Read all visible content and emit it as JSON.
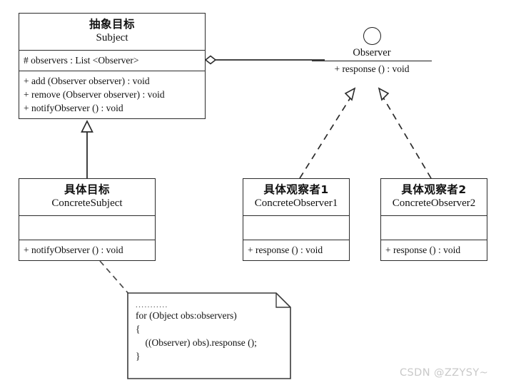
{
  "diagram": {
    "title": "Observer Pattern UML Class Diagram",
    "stroke_color": "#2b2b2b",
    "background_color": "#ffffff",
    "watermark": "CSDN @ZZYSY~"
  },
  "classes": {
    "subject": {
      "name_cn": "抽象目标",
      "name_en": "Subject",
      "attributes": [
        "# observers : List <Observer>"
      ],
      "methods": [
        "+ add (Observer observer) : void",
        "+ remove (Observer observer) : void",
        "+ notifyObserver () : void"
      ]
    },
    "concrete_subject": {
      "name_cn": "具体目标",
      "name_en": "ConcreteSubject",
      "attributes": [],
      "methods": [
        "+ notifyObserver () : void"
      ]
    },
    "concrete_observer_1": {
      "name_cn": "具体观察者1",
      "name_en": "ConcreteObserver1",
      "attributes": [],
      "methods": [
        "+ response () : void"
      ]
    },
    "concrete_observer_2": {
      "name_cn": "具体观察者2",
      "name_en": "ConcreteObserver2",
      "attributes": [],
      "methods": [
        "+ response () : void"
      ]
    }
  },
  "interface": {
    "name": "Observer",
    "method": "+ response () : void"
  },
  "note": {
    "lines": [
      "...........",
      "for (Object obs:observers)",
      "{",
      "    ((Observer) obs).response ();",
      "}"
    ]
  },
  "relations": [
    {
      "name": "subject-aggregates-observer",
      "type": "aggregation",
      "from": "Subject",
      "to": "Observer",
      "marker": "hollow-diamond"
    },
    {
      "name": "concretesubject-extends-subject",
      "type": "generalization",
      "from": "ConcreteSubject",
      "to": "Subject",
      "marker": "hollow-triangle"
    },
    {
      "name": "concreteobserver1-implements-observer",
      "type": "realization",
      "from": "ConcreteObserver1",
      "to": "Observer",
      "marker": "hollow-triangle-dashed"
    },
    {
      "name": "concreteobserver2-implements-observer",
      "type": "realization",
      "from": "ConcreteObserver2",
      "to": "Observer",
      "marker": "hollow-triangle-dashed"
    },
    {
      "name": "note-anchor-concretesubject",
      "type": "note-link",
      "from": "note",
      "to": "ConcreteSubject",
      "marker": "dashed"
    }
  ]
}
